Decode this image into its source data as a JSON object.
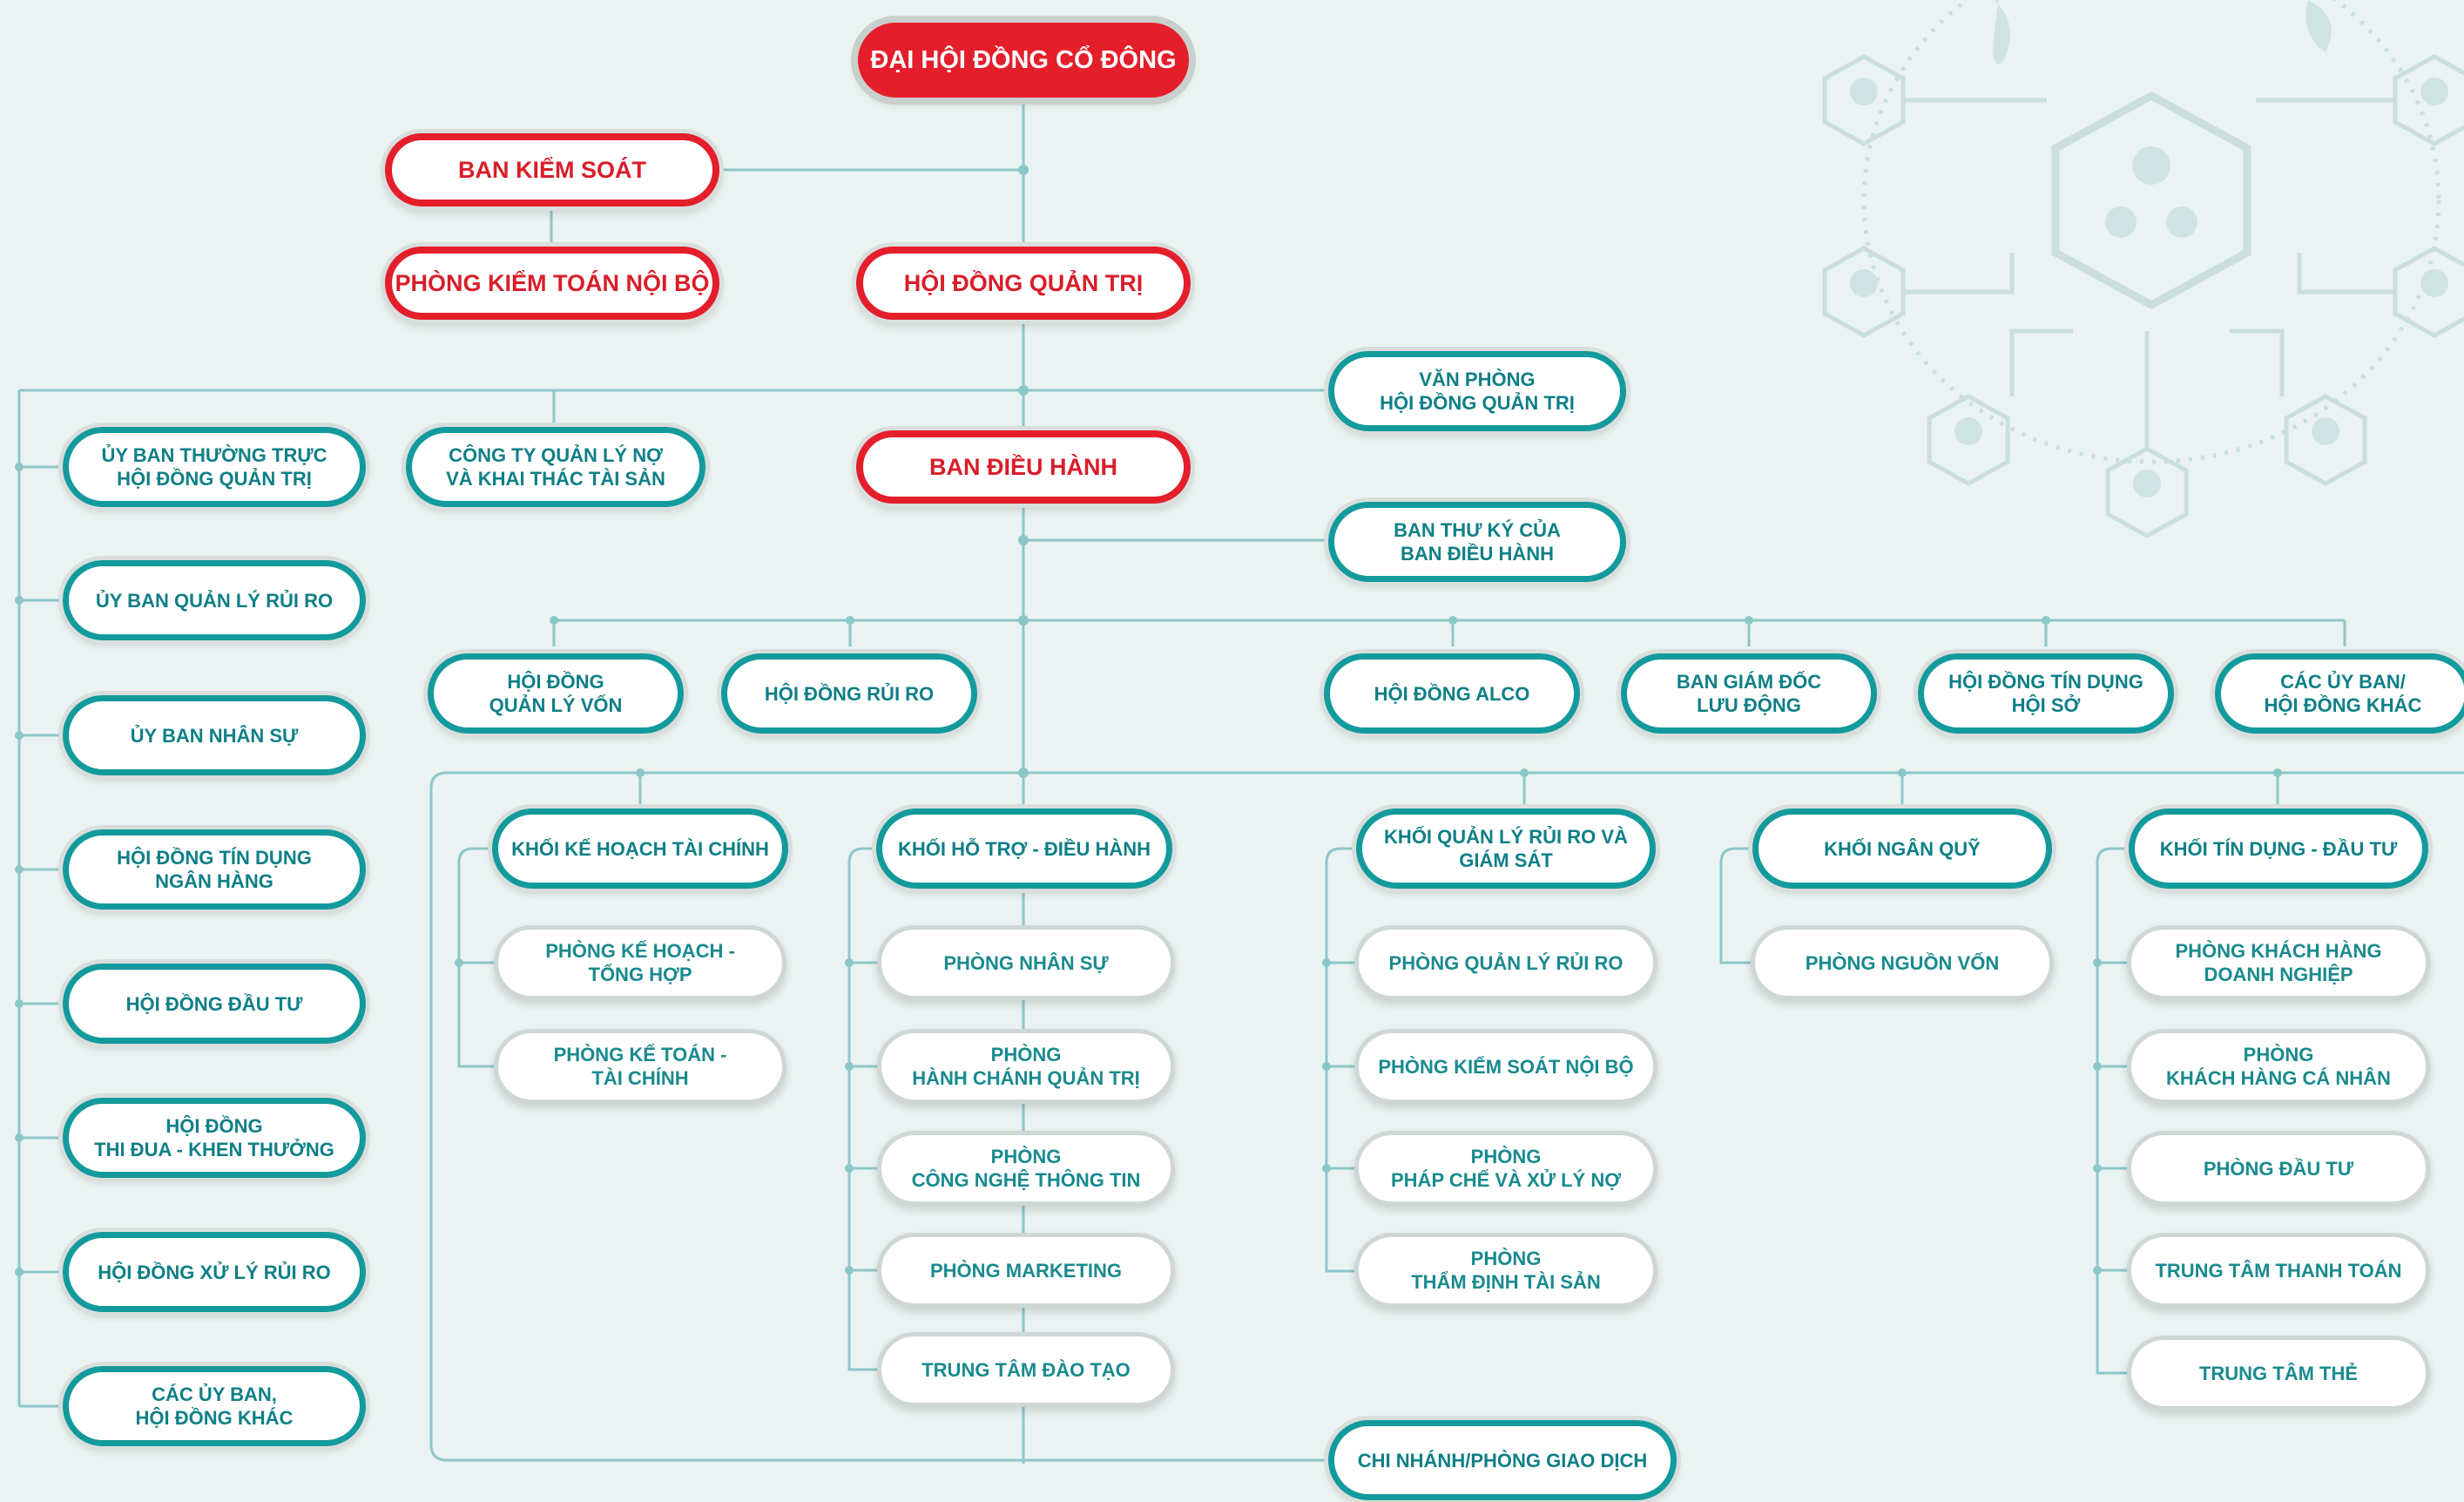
{
  "colors": {
    "red": "#e41e2b",
    "teal": "#139a9d",
    "line": "#8cc7c8",
    "background": "#eaf3f2"
  },
  "top": {
    "dai_hoi_dong_co_dong": "ĐẠI HỘI ĐỒNG CỔ ĐÔNG",
    "ban_kiem_soat": "BAN KIỂM SOÁT",
    "phong_kiem_toan_noi_bo": "PHÒNG KIỂM TOÁN NỘI BỘ",
    "hoi_dong_quan_tri": "HỘI ĐỒNG QUẢN TRỊ",
    "van_phong_hdqt": "VĂN PHÒNG\nHỘI ĐỒNG QUẢN TRỊ",
    "cong_ty_quan_ly_no": "CÔNG TY QUẢN LÝ NỢ\nVÀ KHAI THÁC TÀI SẢN",
    "ban_dieu_hanh": "BAN ĐIỀU HÀNH",
    "ban_thu_ky": "BAN THƯ KÝ CỦA\nBAN ĐIỀU HÀNH"
  },
  "left_committees": [
    "ỦY BAN THƯỜNG TRỰC\nHỘI ĐỒNG QUẢN TRỊ",
    "ỦY BAN QUẢN LÝ RỦI RO",
    "ỦY BAN NHÂN SỰ",
    "HỘI ĐỒNG TÍN DỤNG\nNGÂN HÀNG",
    "HỘI ĐỒNG ĐẦU TƯ",
    "HỘI ĐỒNG\nTHI ĐUA - KHEN THƯỞNG",
    "HỘI ĐỒNG XỬ LÝ RỦI RO",
    "CÁC ỦY BAN,\nHỘI ĐỒNG KHÁC"
  ],
  "councils": [
    "HỘI ĐỒNG\nQUẢN LÝ VỐN",
    "HỘI ĐỒNG RỦI RO",
    "HỘI ĐỒNG ALCO",
    "BAN GIÁM ĐỐC\nLƯU ĐỘNG",
    "HỘI ĐỒNG TÍN DỤNG\nHỘI SỞ",
    "CÁC ỦY BAN/\nHỘI ĐỒNG KHÁC"
  ],
  "blocks": [
    {
      "name": "KHỐI KẾ HOẠCH TÀI CHÍNH",
      "items": [
        "PHÒNG KẾ HOẠCH -\nTỔNG HỢP",
        "PHÒNG KẾ TOÁN -\nTÀI CHÍNH"
      ]
    },
    {
      "name": "KHỐI HỖ TRỢ - ĐIỀU HÀNH",
      "items": [
        "PHÒNG NHÂN SỰ",
        "PHÒNG\nHÀNH CHÁNH QUẢN TRỊ",
        "PHÒNG\nCÔNG NGHỆ THÔNG TIN",
        "PHÒNG MARKETING",
        "TRUNG TÂM ĐÀO TẠO"
      ]
    },
    {
      "name": "KHỐI QUẢN LÝ RỦI RO VÀ\nGIÁM SÁT",
      "items": [
        "PHÒNG QUẢN LÝ RỦI RO",
        "PHÒNG KIỂM SOÁT NỘI BỘ",
        "PHÒNG\nPHÁP CHẾ VÀ XỬ LÝ NỢ",
        "PHÒNG\nTHẨM ĐỊNH TÀI SẢN"
      ]
    },
    {
      "name": "KHỐI NGÂN QUỸ",
      "items": [
        "PHÒNG NGUỒN VỐN"
      ]
    },
    {
      "name": "KHỐI TÍN DỤNG -  ĐẦU TƯ",
      "items": [
        "PHÒNG KHÁCH HÀNG\nDOANH NGHIỆP",
        "PHÒNG\nKHÁCH HÀNG CÁ NHÂN",
        "PHÒNG ĐẦU TƯ",
        "TRUNG TÂM THANH TOÁN",
        "TRUNG TÂM THẺ"
      ]
    }
  ],
  "branches": "CHI NHÁNH/PHÒNG GIAO DỊCH"
}
